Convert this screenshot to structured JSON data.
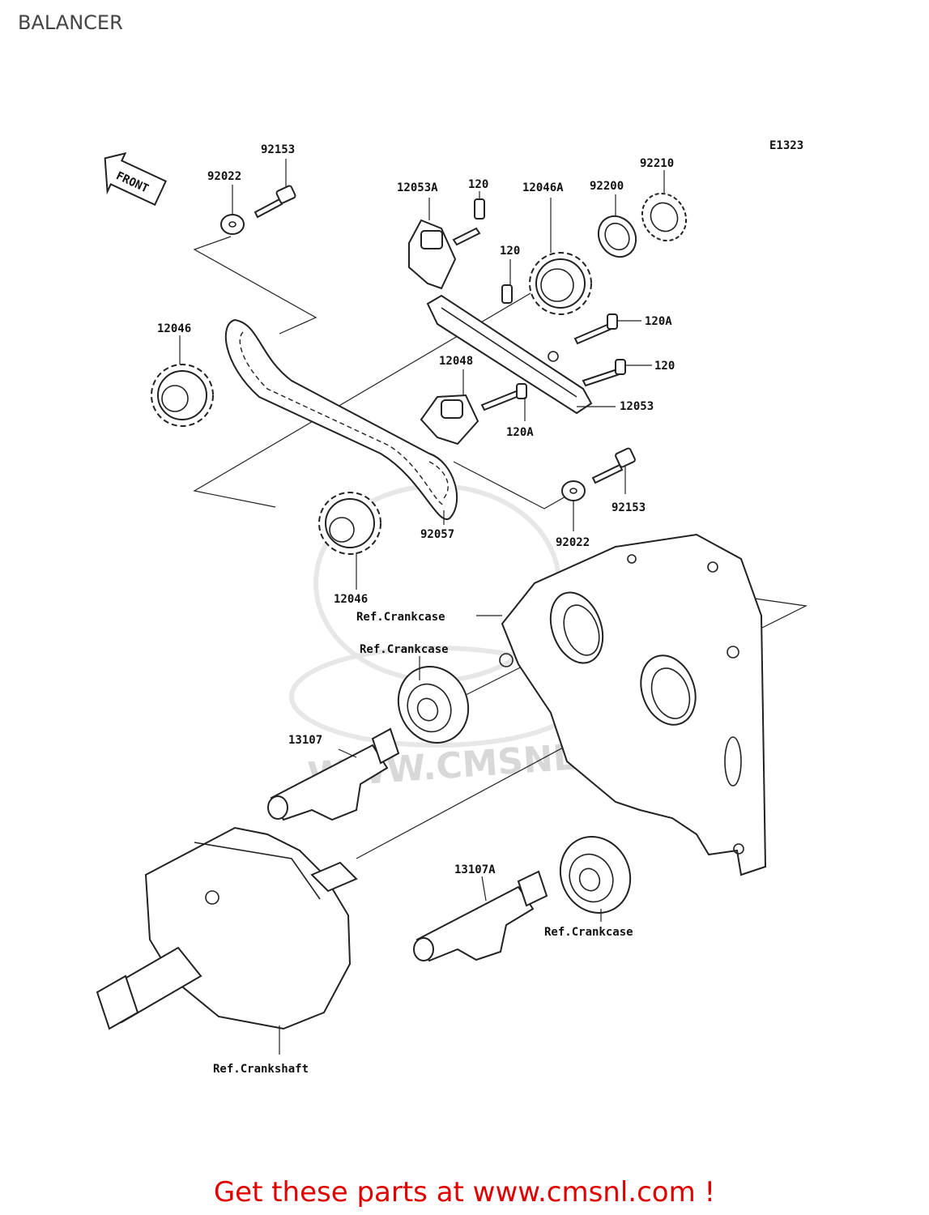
{
  "title": "BALANCER",
  "diagram_code": "E1323",
  "front_label": "FRONT",
  "watermark": "WWW.CMSNL.COM",
  "footer": "Get these parts at www.cmsnl.com !",
  "callouts": {
    "c92153_top": "92153",
    "c92022_top": "92022",
    "c12053A": "12053A",
    "c120_a": "120",
    "c12046A": "12046A",
    "c92200": "92200",
    "c92210": "92210",
    "c120_b": "120",
    "c12046_left": "12046",
    "c120A_a": "120A",
    "c12048": "12048",
    "c120_c": "120",
    "c12053": "12053",
    "c120A_b": "120A",
    "c92153_mid": "92153",
    "c92022_mid": "92022",
    "c92057": "92057",
    "c12046_low": "12046",
    "ref_crankcase_1": "Ref.Crankcase",
    "ref_crankcase_2": "Ref.Crankcase",
    "c13107": "13107",
    "c13107A": "13107A",
    "ref_crankcase_3": "Ref.Crankcase",
    "ref_crankshaft": "Ref.Crankshaft"
  },
  "colors": {
    "footer": "#e00000",
    "line": "#222222",
    "watermark": "#d8d8d8"
  }
}
